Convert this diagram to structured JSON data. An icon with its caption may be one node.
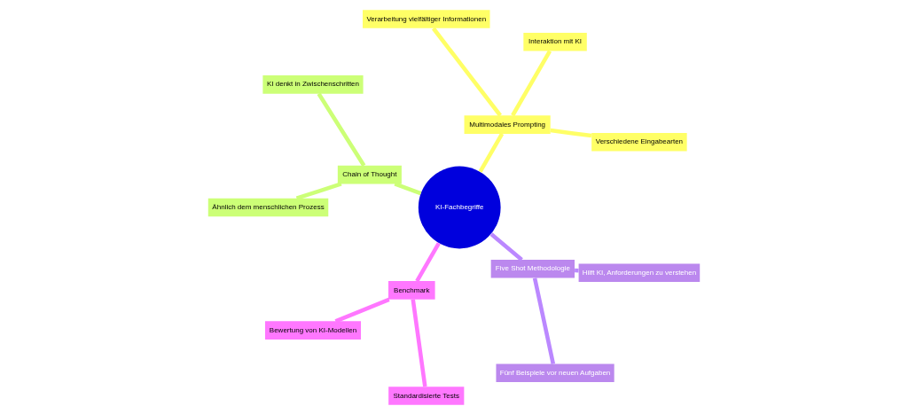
{
  "diagram": {
    "nodes": [
      {
        "text": [
          "KI-Fachbegriffe"
        ]
      },
      {
        "text": [
          "Multimodales Prompting"
        ]
      },
      {
        "text": [
          "Verschiedene Eingabearten"
        ]
      },
      {
        "text": [
          "Interaktion mit KI"
        ]
      },
      {
        "text": [
          "Verarbeitung vielfältiger Informationen"
        ]
      },
      {
        "text": [
          "Chain of Thought"
        ]
      },
      {
        "text": [
          "KI denkt in Zwischenschritten"
        ]
      },
      {
        "text": [
          "Ähnlich dem menschlichen Prozess"
        ]
      },
      {
        "text": [
          "Benchmark"
        ]
      },
      {
        "text": [
          "Bewertung von KI-Modellen"
        ]
      },
      {
        "text": [
          "Standardisierte Tests"
        ]
      },
      {
        "text": [
          "Five Shot Methodologie"
        ]
      },
      {
        "text": [
          "Fünf Beispiele vor neuen Aufgaben"
        ]
      },
      {
        "text": [
          "Hilft KI, Anforderungen zu verstehen"
        ]
      }
    ],
    "edges": [
      {
        "from": 0,
        "to": 1,
        "arrow": "none",
        "color": "#ffff66"
      },
      {
        "from": 1,
        "to": 2,
        "arrow": "none",
        "color": "#ffff66"
      },
      {
        "from": 1,
        "to": 3,
        "arrow": "none",
        "color": "#ffff66"
      },
      {
        "from": 1,
        "to": 4,
        "arrow": "none",
        "color": "#ffff66"
      },
      {
        "from": 0,
        "to": 5,
        "arrow": "none",
        "color": "#ccff77"
      },
      {
        "from": 5,
        "to": 6,
        "arrow": "none",
        "color": "#ccff77"
      },
      {
        "from": 5,
        "to": 7,
        "arrow": "none",
        "color": "#ccff77"
      },
      {
        "from": 0,
        "to": 8,
        "arrow": "none",
        "color": "#ff77ff"
      },
      {
        "from": 8,
        "to": 9,
        "arrow": "none",
        "color": "#ff77ff"
      },
      {
        "from": 8,
        "to": 10,
        "arrow": "none",
        "color": "#ff77ff"
      },
      {
        "from": 0,
        "to": 11,
        "arrow": "none",
        "color": "#bb88ff"
      },
      {
        "from": 11,
        "to": 12,
        "arrow": "none",
        "color": "#bb88ff"
      },
      {
        "from": 11,
        "to": 13,
        "arrow": "none",
        "color": "#bb88ff"
      }
    ]
  }
}
